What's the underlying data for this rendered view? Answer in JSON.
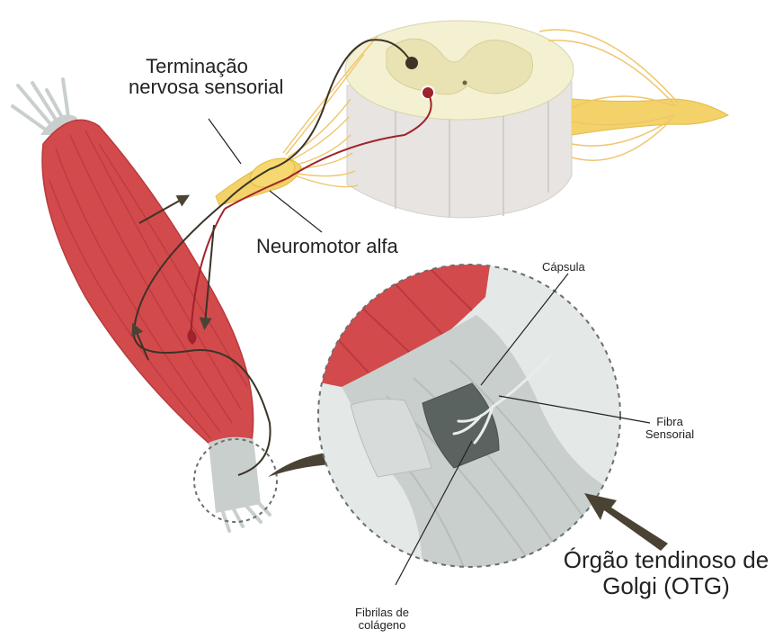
{
  "labels": {
    "sensory_ending_line1": "Terminação",
    "sensory_ending_line2": "nervosa sensorial",
    "alpha_motor": "Neuromotor alfa",
    "capsule": "Cápsula",
    "sensory_fiber_line1": "Fibra",
    "sensory_fiber_line2": "Sensorial",
    "otg_line1": "Órgão tendinoso de",
    "otg_line2": "Golgi (OTG)",
    "collagen_line1": "Fibrilas de",
    "collagen_line2": "colágeno"
  },
  "colors": {
    "muscle": "#d24a4c",
    "muscle_dark": "#b93a3d",
    "tendon": "#c9cfcd",
    "spinal_gray": "#f1eec8",
    "spinal_white": "#e7e4e1",
    "nerve": "#f3d26a",
    "sensory_neuron": "#3b3427",
    "motor_neuron": "#a0222a",
    "lens_bg": "#e4e9e7",
    "arrow": "#4a4334"
  }
}
